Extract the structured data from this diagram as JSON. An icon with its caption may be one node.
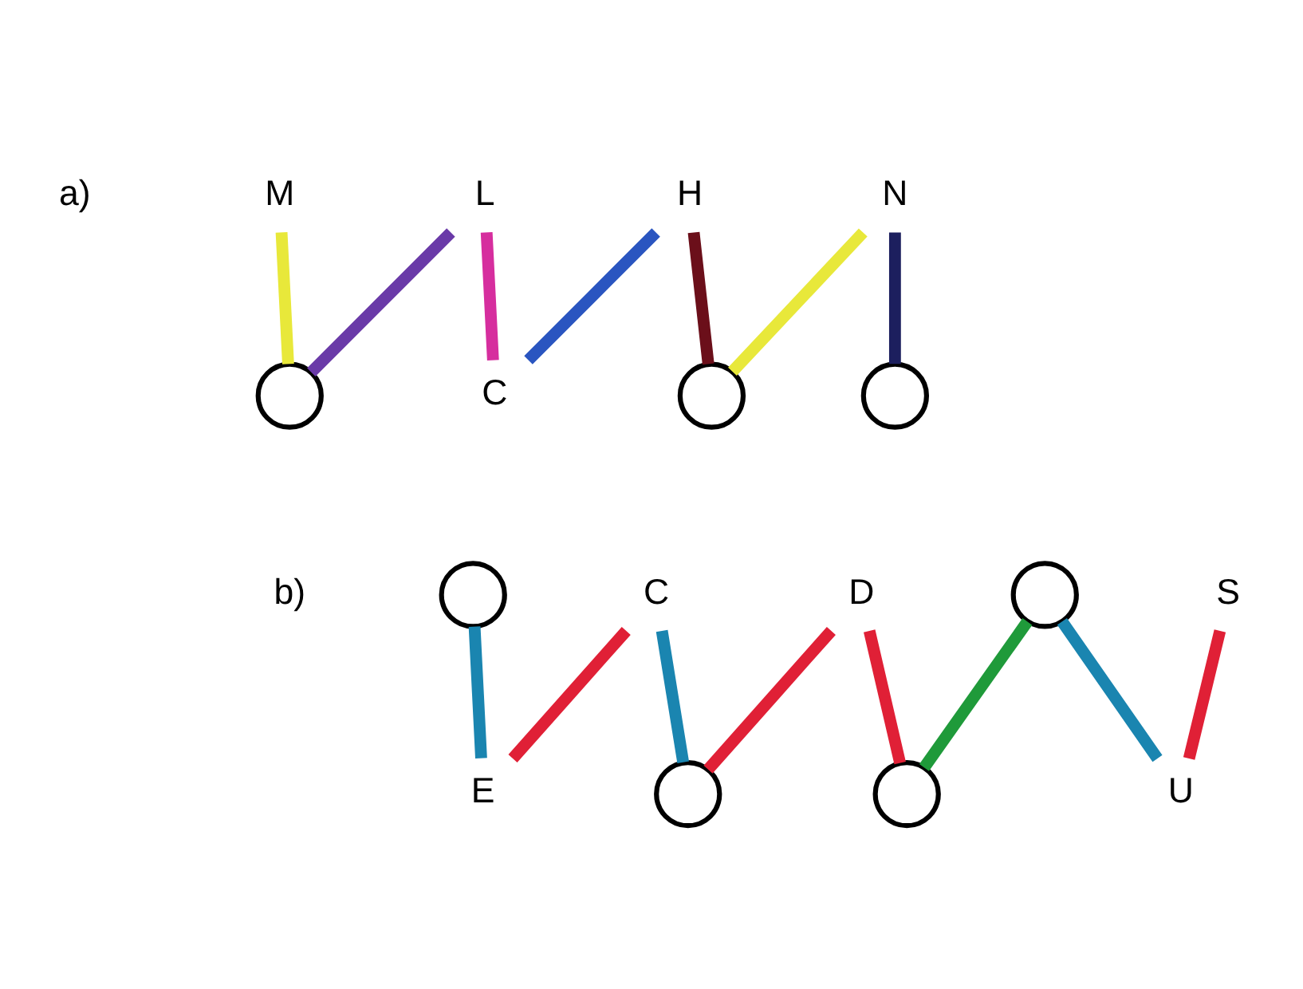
{
  "diagram": {
    "nodes": [
      {
        "text": [
          "M"
        ]
      },
      {
        "text": [],
        "shape": "circle"
      },
      {
        "text": [
          "L"
        ]
      },
      {
        "text": [
          "C"
        ]
      },
      {
        "text": [
          "H"
        ]
      },
      {
        "text": [],
        "shape": "circle"
      },
      {
        "text": [
          "N"
        ]
      },
      {
        "text": [],
        "shape": "circle"
      },
      {
        "text": [],
        "shape": "circle"
      },
      {
        "text": [
          "E"
        ]
      },
      {
        "text": [
          "C"
        ]
      },
      {
        "text": [],
        "shape": "circle"
      },
      {
        "text": [
          "D"
        ]
      },
      {
        "text": [],
        "shape": "circle"
      },
      {
        "text": [],
        "shape": "circle"
      },
      {
        "text": [
          "U"
        ]
      },
      {
        "text": [
          "S"
        ]
      }
    ],
    "edges": [
      {
        "from": 0,
        "to": 1,
        "arrow": "none",
        "color": "#e8e83a"
      },
      {
        "from": 1,
        "to": 2,
        "arrow": "none",
        "color": "#6a3aa8"
      },
      {
        "from": 2,
        "to": 3,
        "arrow": "none",
        "color": "#d62e9e"
      },
      {
        "from": 3,
        "to": 4,
        "arrow": "none",
        "color": "#2a55c0"
      },
      {
        "from": 4,
        "to": 5,
        "arrow": "none",
        "color": "#6b0f1a"
      },
      {
        "from": 5,
        "to": 6,
        "arrow": "none",
        "color": "#e8e83a"
      },
      {
        "from": 6,
        "to": 7,
        "arrow": "none",
        "color": "#1c1f5e"
      },
      {
        "from": 8,
        "to": 9,
        "arrow": "none",
        "color": "#1a85b0"
      },
      {
        "from": 9,
        "to": 10,
        "arrow": "none",
        "color": "#e02036"
      },
      {
        "from": 10,
        "to": 11,
        "arrow": "none",
        "color": "#1a85b0"
      },
      {
        "from": 11,
        "to": 12,
        "arrow": "none",
        "color": "#e02036"
      },
      {
        "from": 12,
        "to": 13,
        "arrow": "none",
        "color": "#e02036"
      },
      {
        "from": 13,
        "to": 14,
        "arrow": "none",
        "color": "#1f9a3a"
      },
      {
        "from": 14,
        "to": 15,
        "arrow": "none",
        "color": "#1a85b0"
      },
      {
        "from": 15,
        "to": 16,
        "arrow": "none",
        "color": "#e02036"
      }
    ],
    "labels": [
      "a)",
      "b)"
    ]
  }
}
